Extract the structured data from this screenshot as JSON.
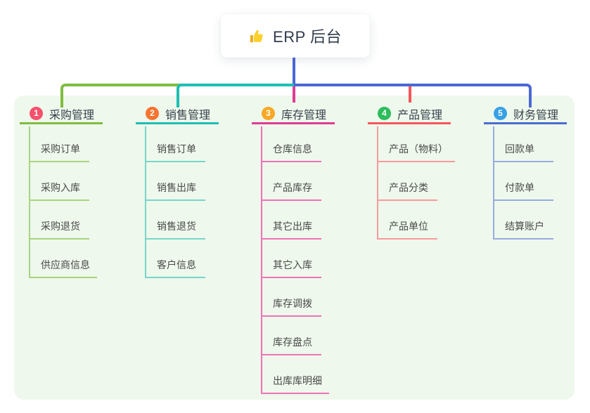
{
  "root": {
    "label": "ERP 后台",
    "icon": "thumbs-up-icon"
  },
  "colors": {
    "page_bg": "#ffffff",
    "panel_bg": "#eef8ec",
    "root_card_bg": "#ffffff",
    "root_text": "#2f3b4d",
    "root_connector": "#4a68d4"
  },
  "branches": [
    {
      "number": "1",
      "title": "采购管理",
      "badge_color": "#f4516c",
      "line_color": "#7fbd3f",
      "child_line_color": "#a9d47f",
      "children": [
        "采购订单",
        "采购入库",
        "采购退货",
        "供应商信息"
      ]
    },
    {
      "number": "2",
      "title": "销售管理",
      "badge_color": "#f7742f",
      "line_color": "#1dbfb2",
      "child_line_color": "#79d5ca",
      "children": [
        "销售订单",
        "销售出库",
        "销售退货",
        "客户信息"
      ]
    },
    {
      "number": "3",
      "title": "库存管理",
      "badge_color": "#f9a825",
      "line_color": "#e03a94",
      "child_line_color": "#ee72b6",
      "children": [
        "仓库信息",
        "产品库存",
        "其它出库",
        "其它入库",
        "库存调拨",
        "库存盘点",
        "出库库明细"
      ]
    },
    {
      "number": "4",
      "title": "产品管理",
      "badge_color": "#2dbd5c",
      "line_color": "#f6555c",
      "child_line_color": "#f9999c",
      "children": [
        "产品（物料）",
        "产品分类",
        "产品单位"
      ]
    },
    {
      "number": "5",
      "title": "财务管理",
      "badge_color": "#37a1e6",
      "line_color": "#4a6bd3",
      "child_line_color": "#97abe2",
      "children": [
        "回款单",
        "付款单",
        "结算账户"
      ]
    }
  ]
}
